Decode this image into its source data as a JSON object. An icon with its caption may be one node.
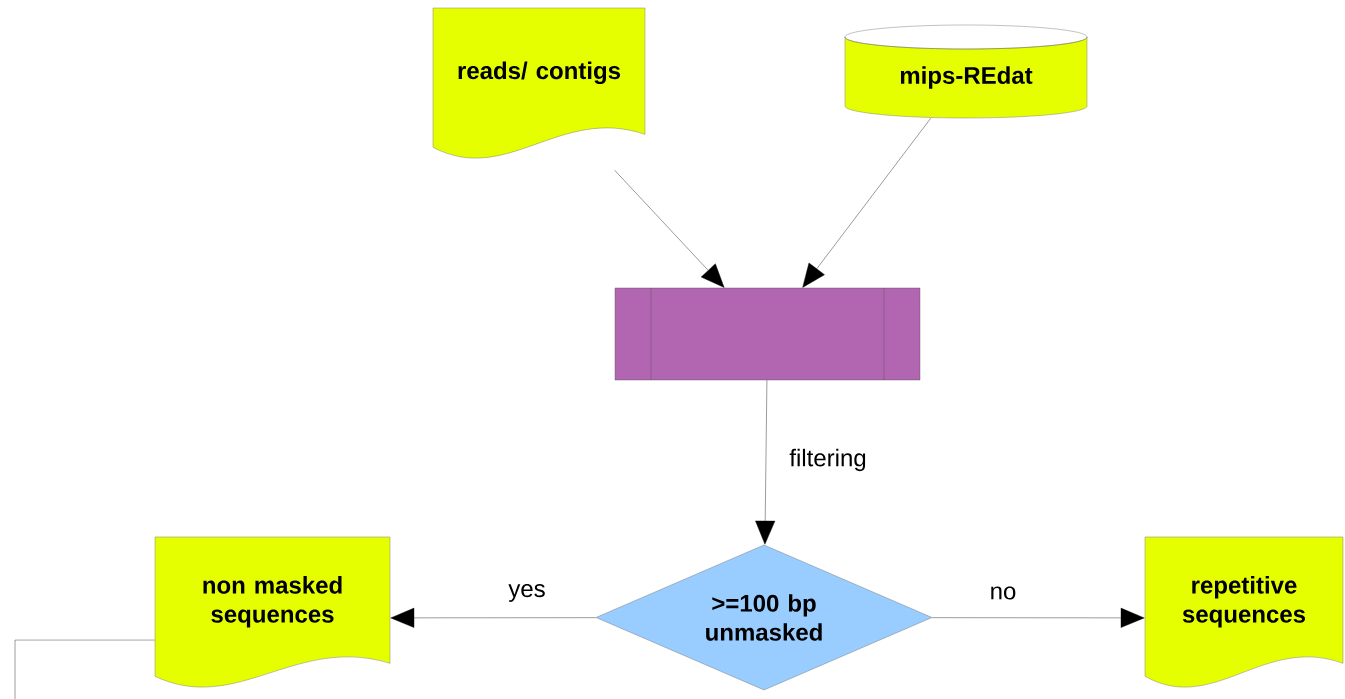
{
  "diagram": {
    "nodes": [
      {
        "text": [
          "reads/ contigs"
        ]
      },
      {
        "text": [
          "mips-REdat"
        ]
      },
      {
        "text": [],
        "shape": "box"
      },
      {
        "text": [
          ">=100 bp unmasked"
        ]
      },
      {
        "text": [
          "non masked sequences"
        ]
      },
      {
        "text": [
          "repetitive sequences"
        ]
      }
    ],
    "edges": [
      {
        "from": 0,
        "to": 2,
        "arrow": "to"
      },
      {
        "from": 1,
        "to": 2,
        "arrow": "to"
      },
      {
        "from": 2,
        "to": 3,
        "arrow": "to",
        "label": "filtering"
      },
      {
        "from": 3,
        "to": 4,
        "arrow": "to",
        "label": "yes"
      },
      {
        "from": 3,
        "to": 5,
        "arrow": "to",
        "label": "no"
      },
      {
        "from": 4,
        "to": null,
        "arrow": "none"
      }
    ]
  }
}
